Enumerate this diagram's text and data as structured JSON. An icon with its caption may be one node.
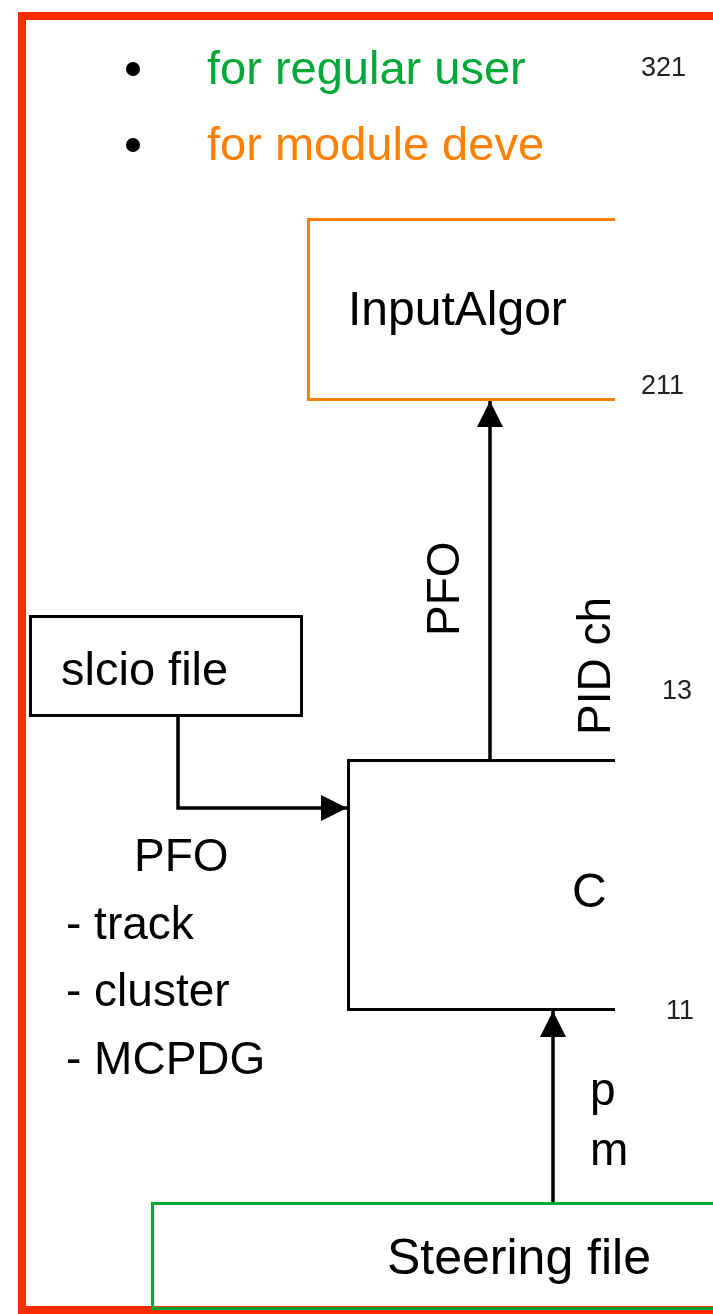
{
  "diagram": {
    "nodes": [
      {
        "text": [
          "for regular user",
          "for module deve"
        ]
      },
      {
        "text": [
          "InputAlgor"
        ],
        "in": 0
      },
      {
        "text": [
          "slcio file"
        ],
        "in": 0
      },
      {
        "text": [
          "C"
        ],
        "in": 0
      },
      {
        "text": [
          "Steering file"
        ],
        "in": 0
      }
    ],
    "edges": [
      {
        "from": 3,
        "to": 1,
        "arrow": "to",
        "label": "PFO"
      },
      {
        "from": 2,
        "to": 3,
        "arrow": "to",
        "label": "PFO"
      },
      {
        "from": 4,
        "to": 3,
        "arrow": "to",
        "label": "p m"
      }
    ],
    "labels": [
      "321",
      "211",
      "PID ch",
      "13",
      "- track",
      "- cluster",
      "- MCPDG",
      "11"
    ]
  }
}
